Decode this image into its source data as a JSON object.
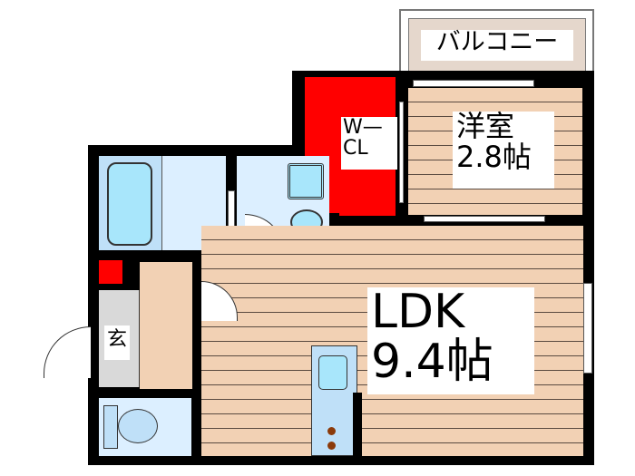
{
  "floorplan": {
    "rooms": {
      "balcony": {
        "label": "バルコニー"
      },
      "western_room": {
        "label_line1": "洋室",
        "label_line2": "2.8帖"
      },
      "walk_in_closet": {
        "label_line1": "W—",
        "label_line2": "CL"
      },
      "ldk": {
        "label_line1": "LDK",
        "label_line2": "9.4帖"
      },
      "entrance": {
        "label": "玄"
      }
    },
    "colors": {
      "wall": "#000000",
      "floor_wood": "#f2d1b4",
      "closet_red": "#ff0000",
      "wet_area": "#dcefff",
      "fixture_blue": "#a8e6fb",
      "balcony": "#e5d7cc",
      "entrance_gray": "#d9d9d9"
    }
  }
}
